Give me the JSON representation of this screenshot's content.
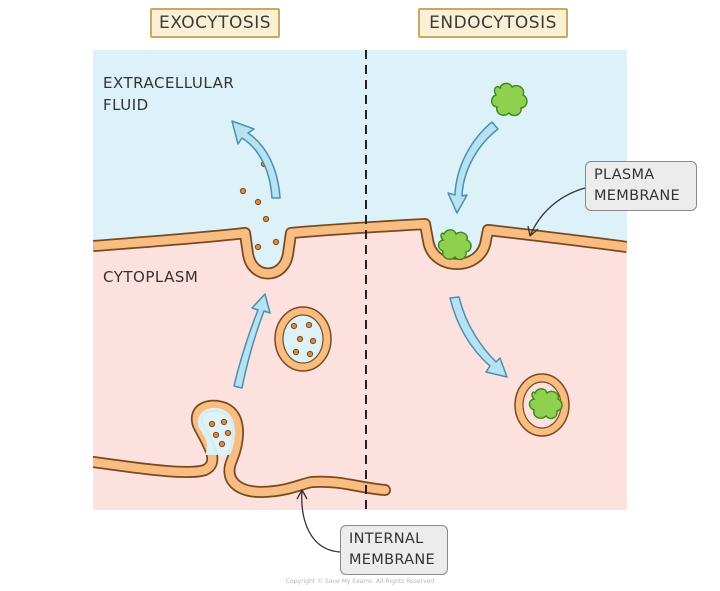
{
  "titles": {
    "exocytosis": "EXOCYTOSIS",
    "endocytosis": "ENDOCYTOSIS"
  },
  "labels": {
    "extracellular_line1": "EXTRACELLULAR",
    "extracellular_line2": "FLUID",
    "cytoplasm": "CYTOPLASM"
  },
  "callouts": {
    "plasma_line1": "PLASMA",
    "plasma_line2": "MEMBRANE",
    "internal_line1": "INTERNAL",
    "internal_line2": "MEMBRANE"
  },
  "copyright": "Copyright © Save My Exams. All Rights Reserved",
  "colors": {
    "extracellular": "#dcf2f8",
    "cytoplasm": "#fce1de",
    "membrane_fill": "#f7bd83",
    "membrane_edge": "#7a4a1c",
    "arrow": "#b6e2f2",
    "arrow_edge": "#4c8fb1",
    "particle": "#e08a3a",
    "cargo": "#8fd14f"
  }
}
